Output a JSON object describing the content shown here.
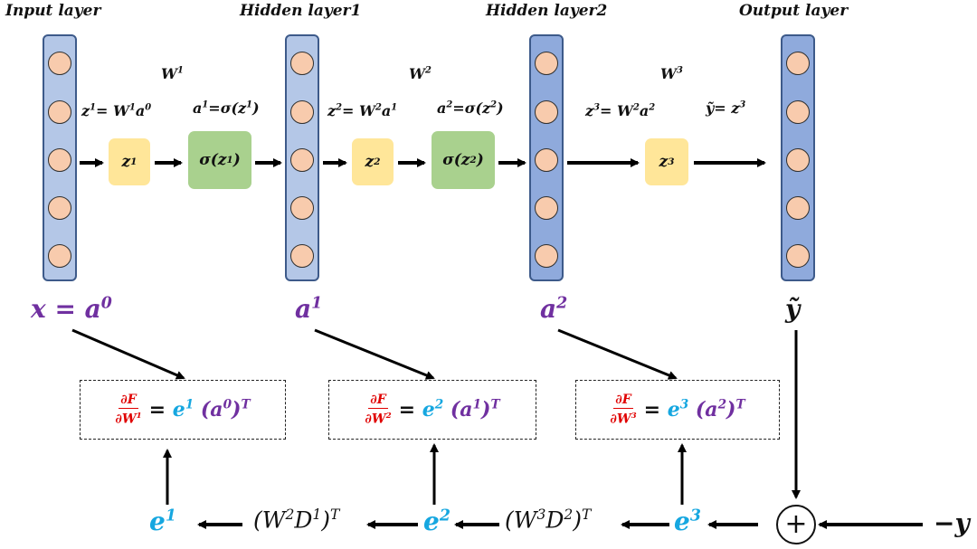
{
  "layers": [
    {
      "title": "Input layer",
      "neurons": 5
    },
    {
      "title": "Hidden layer1",
      "neurons": 5
    },
    {
      "title": "Hidden layer2",
      "neurons": 5
    },
    {
      "title": "Output layer",
      "neurons": 5
    }
  ],
  "weights": {
    "w1": "W",
    "w1_sup": "1",
    "w2": "W",
    "w2_sup": "2",
    "w3": "W",
    "w3_sup": "3"
  },
  "forward": {
    "z1_eq": "z",
    "z1_eq_sup": "1",
    "z1_eq_rhs": "= W",
    "z1_eq_rhs_sup": "1",
    "z1_eq_a": "a",
    "z1_eq_a_sup": "0",
    "a1_eq": "a",
    "a1_eq_sup": "1",
    "a1_eq_rhs": "=σ(z",
    "a1_eq_rhs_sup": "1",
    "a1_eq_close": ")",
    "z2_eq": "z",
    "z2_eq_sup": "2",
    "z2_eq_rhs": "= W",
    "z2_eq_rhs_sup": "2",
    "z2_eq_a": "a",
    "z2_eq_a_sup": "1",
    "a2_eq": "a",
    "a2_eq_sup": "2",
    "a2_eq_rhs": "=σ(z",
    "a2_eq_rhs_sup": "2",
    "a2_eq_close": ")",
    "z3_eq": "z",
    "z3_eq_sup": "3",
    "z3_eq_rhs": "= W",
    "z3_eq_rhs_sup": "2",
    "z3_eq_a": "a",
    "z3_eq_a_sup": "2",
    "yt_eq": "ỹ= z",
    "yt_eq_sup": "3",
    "box_z1": "z",
    "box_z1_sup": "1",
    "box_s1": "σ(z",
    "box_s1_sup": "1",
    "box_s1_close": ")",
    "box_z2": "z",
    "box_z2_sup": "2",
    "box_s2": "σ(z",
    "box_s2_sup": "2",
    "box_s2_close": ")",
    "box_z3": "z",
    "box_z3_sup": "3"
  },
  "activations": {
    "a0": "x = a",
    "a0_sup": "0",
    "a1": "a",
    "a1_sup": "1",
    "a2": "a",
    "a2_sup": "2",
    "ytilde": "ỹ"
  },
  "gradients": [
    {
      "num": "∂F",
      "den": "∂W",
      "den_sup": "1",
      "eq": "=",
      "e": "e",
      "e_sup": "1",
      "a": "(a",
      "a_sup": "0",
      "a_close": ")",
      "T": "T"
    },
    {
      "num": "∂F",
      "den": "∂W",
      "den_sup": "2",
      "eq": "=",
      "e": "e",
      "e_sup": "2",
      "a": "(a",
      "a_sup": "1",
      "a_close": ")",
      "T": "T"
    },
    {
      "num": "∂F",
      "den": "∂W",
      "den_sup": "3",
      "eq": "=",
      "e": "e",
      "e_sup": "3",
      "a": "(a",
      "a_sup": "2",
      "a_close": ")",
      "T": "T"
    }
  ],
  "backprop": {
    "e1": "e",
    "e1_sup": "1",
    "e2": "e",
    "e2_sup": "2",
    "e3": "e",
    "e3_sup": "3",
    "t1": "(W",
    "t1_sup": "2",
    "t1_mid": "D",
    "t1_mid_sup": "1",
    "t1_close": ")",
    "t1_T": "T",
    "t2": "(W",
    "t2_sup": "3",
    "t2_mid": "D",
    "t2_mid_sup": "2",
    "t2_close": ")",
    "t2_T": "T",
    "plus": "+",
    "neg_y": "−y"
  },
  "colors": {
    "activation": "#7030a0",
    "error": "#16a7e0",
    "gradient": "#e00000",
    "z_box": "#ffe699",
    "sigma_box": "#a9d18e",
    "neuron": "#f8cbad"
  }
}
